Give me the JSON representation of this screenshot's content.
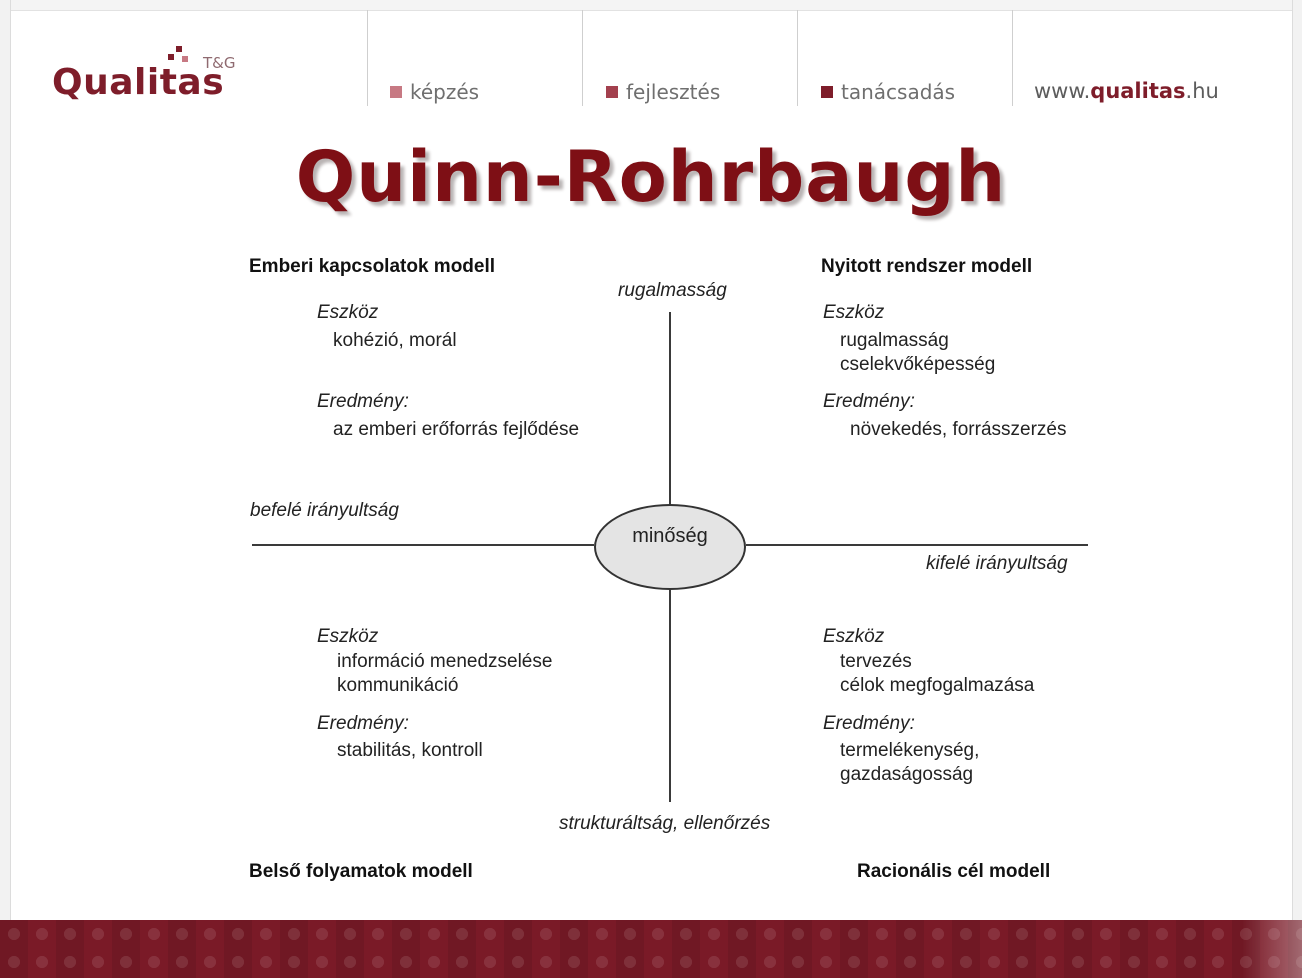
{
  "header": {
    "logo": {
      "brand": "Qualitas",
      "sub": "T&G",
      "color": "#7e1d2a"
    },
    "nav": [
      {
        "label": "képzés",
        "bullet_color": "#c77983"
      },
      {
        "label": "fejlesztés",
        "bullet_color": "#a3404e"
      },
      {
        "label": "tanácsadás",
        "bullet_color": "#7e1d2a"
      }
    ],
    "website": {
      "prefix": "www.",
      "domain": "qualitas",
      "suffix": ".hu"
    }
  },
  "title": "Quinn-Rohrbaugh",
  "diagram": {
    "center": "minőség",
    "axes": {
      "top": "rugalmasság",
      "bottom": "strukturáltság, ellenőrzés",
      "left": "befelé irányultság",
      "right": "kifelé irányultság"
    },
    "quadrants": {
      "top_left": {
        "title": "Emberi kapcsolatok modell",
        "tool_label": "Eszköz",
        "tool": [
          "kohézió, morál"
        ],
        "result_label": "Eredmény:",
        "result": [
          "az emberi erőforrás fejlődése"
        ]
      },
      "top_right": {
        "title": "Nyitott rendszer modell",
        "tool_label": "Eszköz",
        "tool": [
          "rugalmasság",
          "cselekvőképesség"
        ],
        "result_label": "Eredmény:",
        "result": [
          "növekedés, forrásszerzés"
        ]
      },
      "bottom_left": {
        "title": "Belső folyamatok modell",
        "tool_label": "Eszköz",
        "tool": [
          "információ menedzselése",
          "kommunikáció"
        ],
        "result_label": "Eredmény:",
        "result": [
          "stabilitás, kontroll"
        ]
      },
      "bottom_right": {
        "title": "Racionális cél modell",
        "tool_label": "Eszköz",
        "tool": [
          "tervezés",
          "célok megfogalmazása"
        ],
        "result_label": "Eredmény:",
        "result": [
          "termelékenység,",
          "gazdaságosság"
        ]
      }
    }
  },
  "colors": {
    "brand": "#7e1d2a",
    "title": "#7e0f15",
    "footer": "#7a1a27"
  }
}
